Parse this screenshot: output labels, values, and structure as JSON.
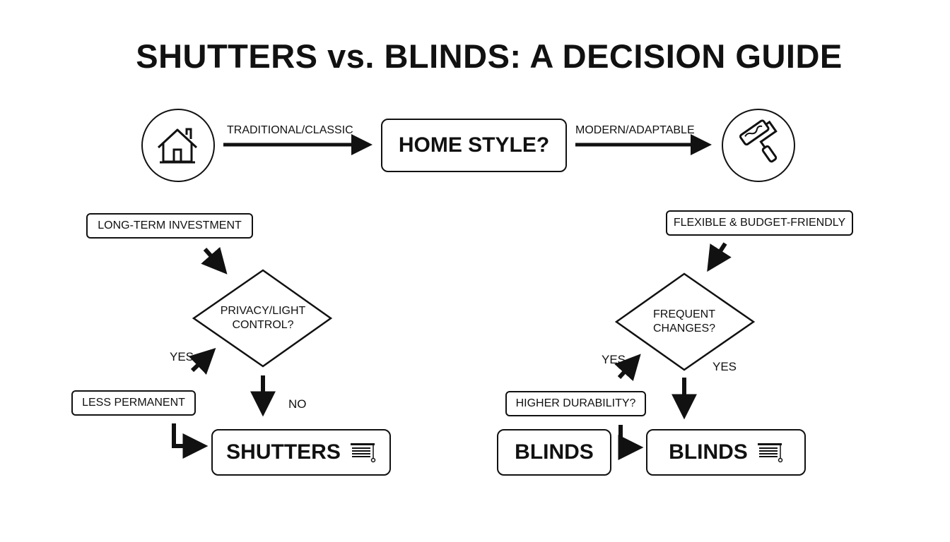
{
  "title": "SHUTTERS vs. BLINDS: A DECISION GUIDE",
  "top": {
    "home_icon": "house-icon",
    "left_label": "TRADITIONAL/CLASSIC",
    "center_box": "HOME STYLE?",
    "right_label": "MODERN/ADAPTABLE",
    "right_icon": "paint-roller-icon"
  },
  "left_branch": {
    "start_box": "LONG-TERM INVESTMENT",
    "diamond_line1": "PRIVACY/LIGHT",
    "diamond_line2": "CONTROL?",
    "yes_label": "YES",
    "no_label": "NO",
    "side_box": "LESS PERMANENT",
    "result_box": "SHUTTERS",
    "result_icon": "window-blind-icon"
  },
  "right_branch": {
    "start_box": "FLEXIBLE & BUDGET-FRIENDLY",
    "diamond_line1": "FREQUENT",
    "diamond_line2": "CHANGES?",
    "yes_label_left": "YES",
    "yes_label_right": "YES",
    "side_box": "HIGHER DURABILITY?",
    "alt_box": "BLINDS",
    "result_box": "BLINDS",
    "result_icon": "window-blind-icon"
  }
}
